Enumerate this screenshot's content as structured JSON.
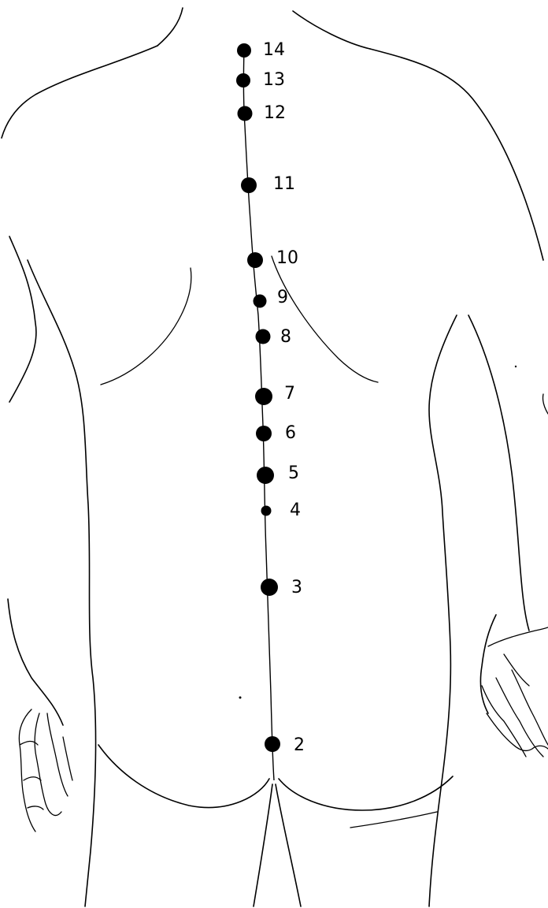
{
  "figure": {
    "background": "#ffffff",
    "line_color": "#000000",
    "point_color": "#000000"
  },
  "points": [
    {
      "label": "14"
    },
    {
      "label": "13"
    },
    {
      "label": "12"
    },
    {
      "label": "11"
    },
    {
      "label": "10"
    },
    {
      "label": "9"
    },
    {
      "label": "8"
    },
    {
      "label": "7"
    },
    {
      "label": "6"
    },
    {
      "label": "5"
    },
    {
      "label": "4"
    },
    {
      "label": "3"
    },
    {
      "label": "2"
    }
  ]
}
